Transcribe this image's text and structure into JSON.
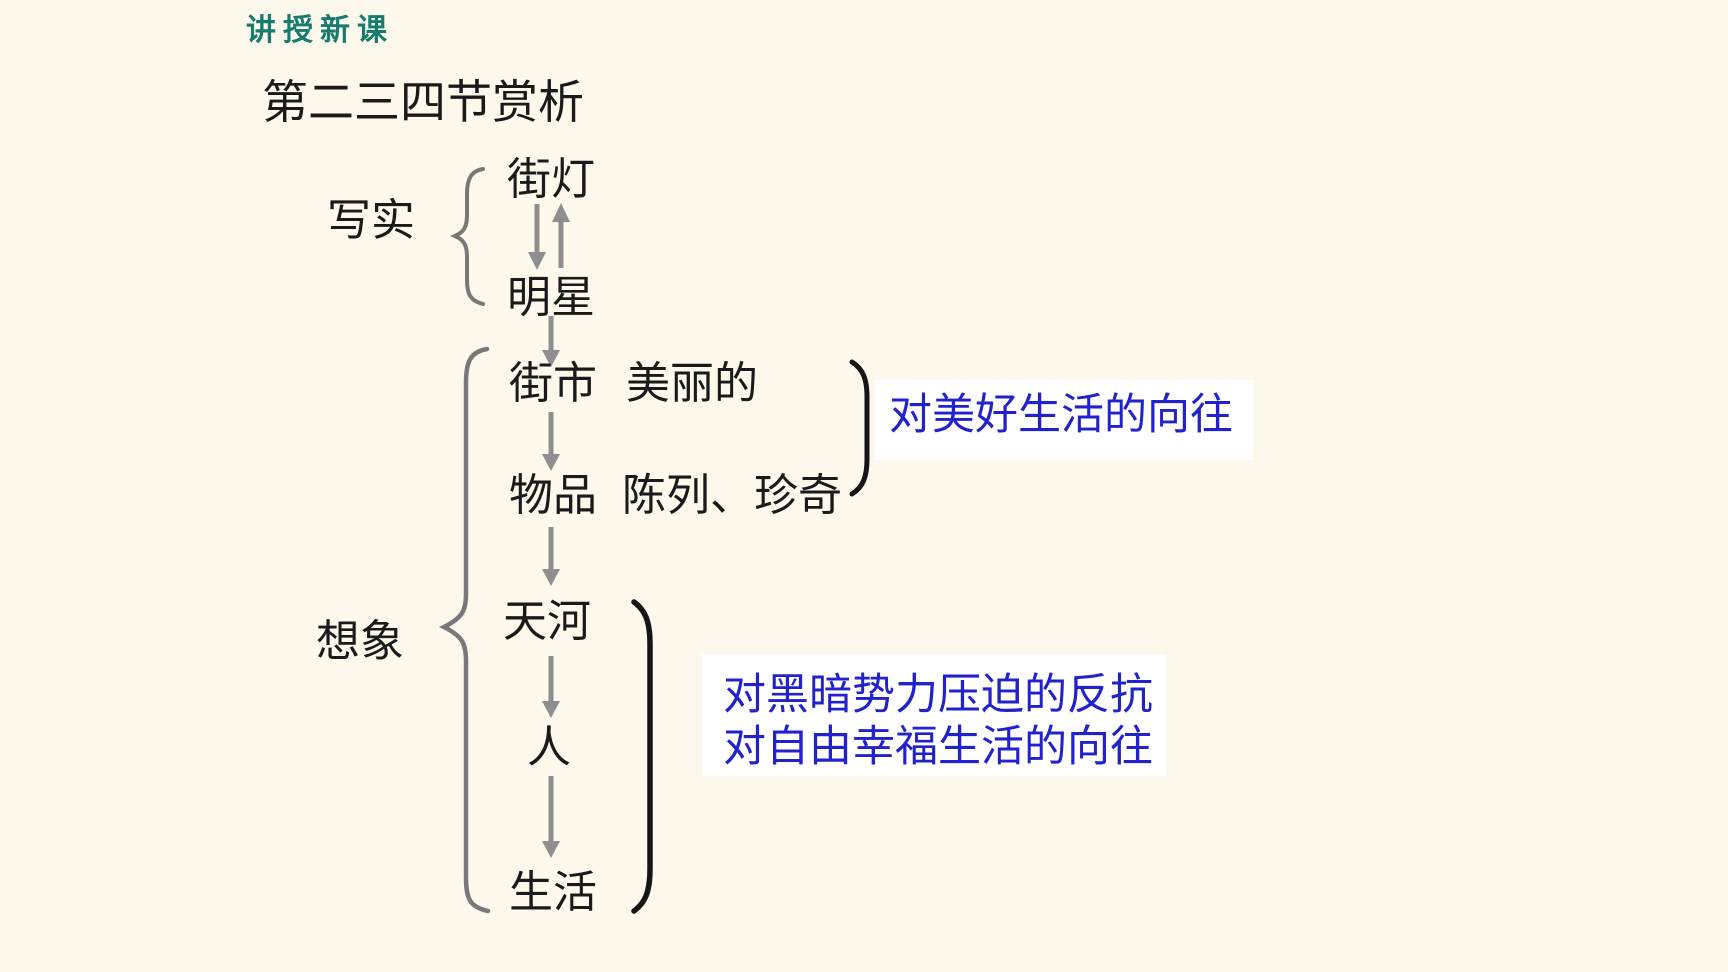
{
  "slide": {
    "header": {
      "label": "讲授新课"
    },
    "title": "第二三四节赏析"
  },
  "realism": {
    "label": "写实",
    "items": [
      "街灯",
      "明星"
    ]
  },
  "imagination": {
    "label": "想象",
    "nodes": [
      {
        "name": "街市",
        "attribute": "美丽的"
      },
      {
        "name": "物品",
        "attribute": "陈列、珍奇"
      },
      {
        "name": "天河",
        "attribute": ""
      },
      {
        "name": "人",
        "attribute": ""
      },
      {
        "name": "生活",
        "attribute": ""
      }
    ]
  },
  "annotations": [
    {
      "text": "对美好生活的向往",
      "applies_to": [
        "街市",
        "物品"
      ]
    },
    {
      "lines": [
        "对黑暗势力压迫的反抗",
        "对自由幸福生活的向往"
      ],
      "applies_to": [
        "天河",
        "人",
        "生活"
      ]
    }
  ],
  "colors": {
    "background": "#fcf9ec",
    "header_teal": "#177c6d",
    "text_black": "#1a1a1a",
    "annotation_blue": "#2121cd",
    "annotation_bg": "#ffffff",
    "arrow_gray": "#8e8e8e",
    "brace_gray": "#787878",
    "bracket_black": "#151515"
  }
}
